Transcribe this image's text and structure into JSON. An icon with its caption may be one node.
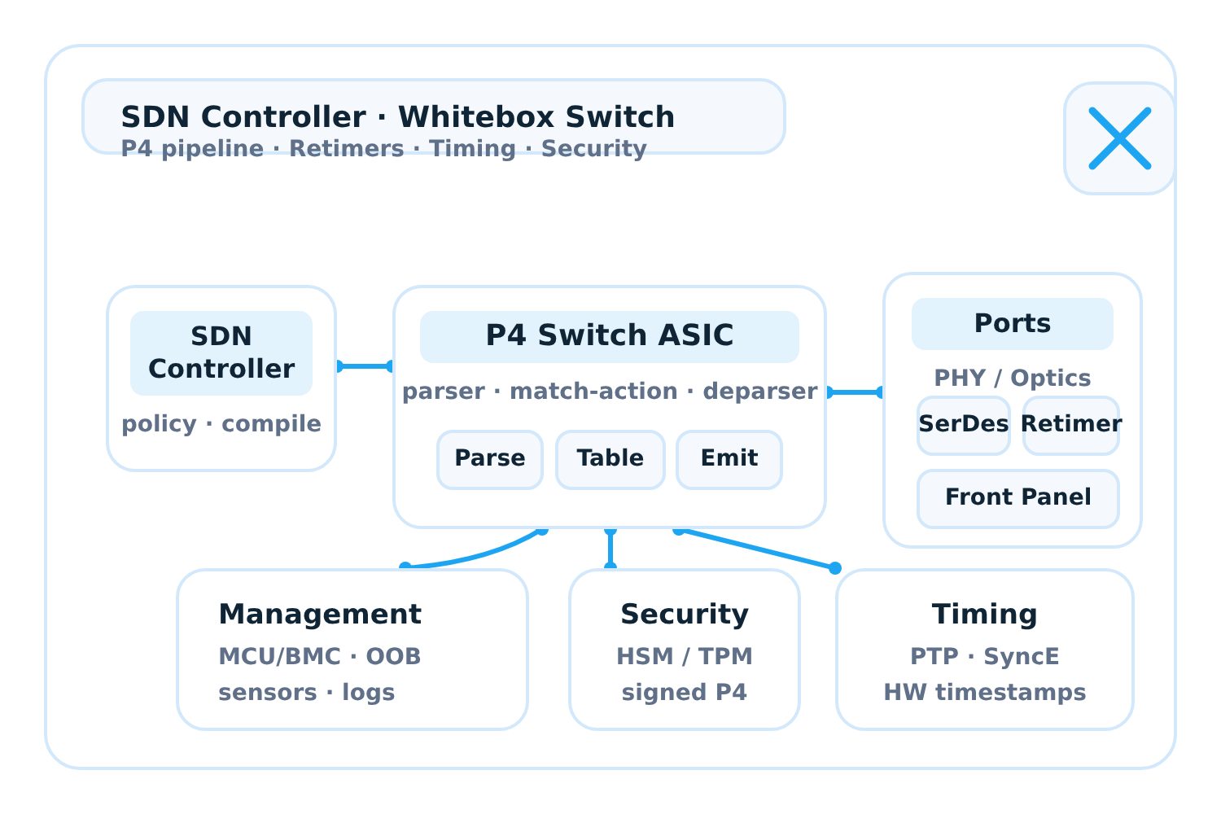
{
  "diagram": {
    "nodes": [
      {
        "text": [
          "SDN Controller · Whitebox Switch",
          "P4 pipeline · Retimers · Timing · Security"
        ]
      },
      {
        "text": [
          "SDN Controller",
          "policy · compile"
        ]
      },
      {
        "text": [
          "P4 Switch ASIC",
          "parser · match-action · deparser"
        ]
      },
      {
        "text": [
          "Parse"
        ],
        "in": 2
      },
      {
        "text": [
          "Table"
        ],
        "in": 2
      },
      {
        "text": [
          "Emit"
        ],
        "in": 2
      },
      {
        "text": [
          "Ports",
          "PHY / Optics"
        ]
      },
      {
        "text": [
          "SerDes"
        ],
        "in": 6
      },
      {
        "text": [
          "Retimer"
        ],
        "in": 6
      },
      {
        "text": [
          "Front Panel"
        ],
        "in": 6
      },
      {
        "text": [
          "Management",
          "MCU/BMC · OOB",
          "sensors · logs"
        ]
      },
      {
        "text": [
          "Security",
          "HSM / TPM",
          "signed P4"
        ]
      },
      {
        "text": [
          "Timing",
          "PTP · SyncE",
          "HW timestamps"
        ]
      }
    ],
    "edges": [
      {
        "from": 1,
        "to": 2,
        "arrow": "other"
      },
      {
        "from": 2,
        "to": 6,
        "arrow": "other"
      },
      {
        "from": 2,
        "to": 10,
        "arrow": "other"
      },
      {
        "from": 2,
        "to": 11,
        "arrow": "other"
      },
      {
        "from": 2,
        "to": 12,
        "arrow": "other"
      }
    ]
  }
}
